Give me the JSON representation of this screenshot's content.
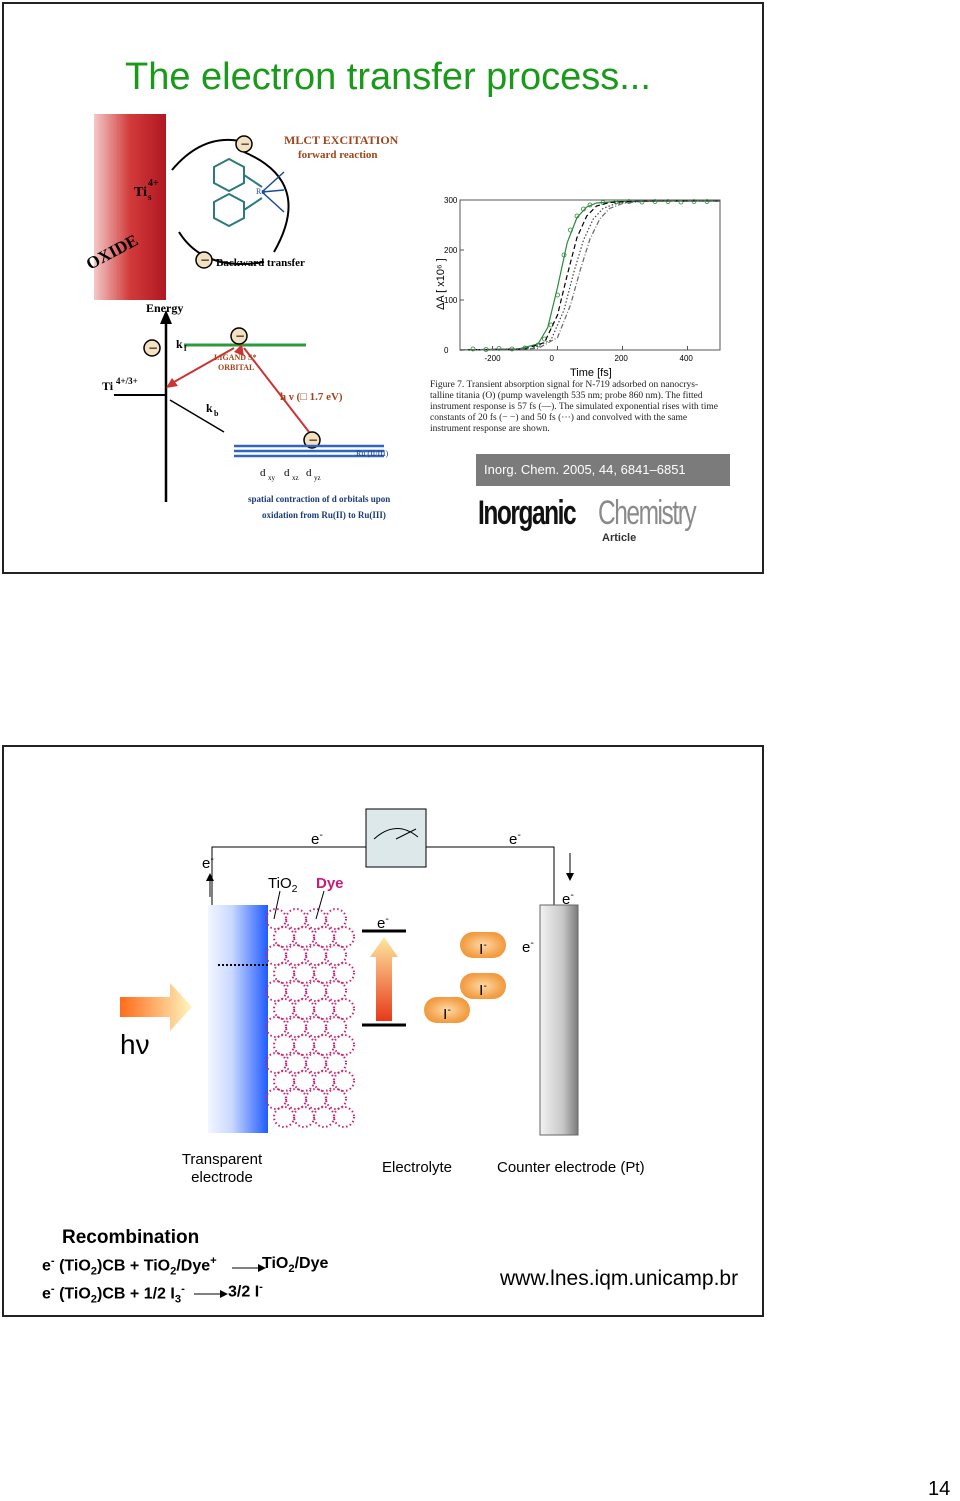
{
  "slide1": {
    "title": "The electron transfer process...",
    "left_diagram": {
      "oxide": "OXIDE",
      "ti_top_main": "Ti",
      "ti_top_sup": "4+",
      "ti_top_sub": "s",
      "mlct_line1": "MLCT EXCITATION",
      "mlct_line2": "forward reaction",
      "ru": "Ru",
      "backward": "Backward transfer",
      "energy": "Energy",
      "kf": "k",
      "kf_sub": "f",
      "kb": "k",
      "kb_sub": "b",
      "ti_level_main": "Ti",
      "ti_level_sup": "4+/3+",
      "ligand_line1": "LIGAND S*",
      "ligand_line2": "ORBITAL",
      "hv": "h ν (□ 1.7 eV)",
      "ru_level": "Ru (II/III)",
      "d_orbitals": "d",
      "d_xy": "xy",
      "d_xz": "xz",
      "d_yz": "yz",
      "spatial_line1": "spatial contraction of d orbitals upon",
      "spatial_line2": "oxidation from Ru(II) to Ru(III)",
      "minus": "−"
    },
    "right_plot": {
      "ylabel": "ΔA [ x10⁶ ]",
      "xlabel": "Time [fs]",
      "figure_caption": [
        "Figure 7.  Transient absorption signal for N-719 adsorbed on nanocrys-",
        "talline titania (O) (pump wavelength 535 nm; probe 860 nm). The fitted",
        "instrument response is 57 fs (—). The simulated exponential rises with time",
        "constants of 20 fs (− −) and 50 fs (···) and convolved with the same",
        "instrument response are shown."
      ],
      "journal_banner": "Inorg. Chem. 2005, 44, 6841–6851",
      "journal_logo_a": "Inorganic",
      "journal_logo_b": "Chemistry",
      "journal_logo_c": "Article"
    },
    "chart_data": {
      "type": "line",
      "xlabel": "Time [fs]",
      "ylabel": "ΔA [ x10⁶ ]",
      "xlim": [
        -300,
        500
      ],
      "ylim": [
        0,
        300
      ],
      "x_ticks": [
        -200,
        0,
        200,
        400
      ],
      "y_ticks": [
        0,
        100,
        200,
        300
      ],
      "series": [
        {
          "style": "data-circles",
          "color": "#2a8a3a",
          "x": [
            -260,
            -220,
            -180,
            -140,
            -100,
            -60,
            -40,
            -20,
            0,
            20,
            40,
            60,
            80,
            100,
            140,
            180,
            220,
            260,
            300,
            340,
            380,
            420,
            460
          ],
          "y": [
            2,
            1,
            3,
            2,
            4,
            10,
            22,
            50,
            110,
            190,
            240,
            268,
            282,
            290,
            295,
            296,
            297,
            296,
            297,
            297,
            296,
            297,
            297
          ]
        },
        {
          "style": "fitted-solid-green",
          "color": "#2a8a3a",
          "x": [
            -300,
            -120,
            -60,
            -30,
            0,
            30,
            60,
            90,
            120,
            180,
            300,
            500
          ],
          "y": [
            0,
            2,
            12,
            45,
            125,
            215,
            265,
            286,
            294,
            297,
            298,
            298
          ]
        },
        {
          "style": "dashed",
          "color": "#000000",
          "x": [
            -300,
            -100,
            -40,
            0,
            30,
            60,
            90,
            120,
            160,
            220,
            300,
            500
          ],
          "y": [
            0,
            2,
            15,
            70,
            150,
            225,
            268,
            288,
            295,
            297,
            298,
            298
          ]
        },
        {
          "style": "dotted",
          "color": "#444444",
          "x": [
            -300,
            -80,
            -20,
            20,
            50,
            80,
            110,
            140,
            180,
            240,
            320,
            500
          ],
          "y": [
            0,
            3,
            20,
            80,
            155,
            220,
            262,
            283,
            293,
            297,
            298,
            298
          ]
        },
        {
          "style": "dash-dot",
          "color": "#666666",
          "x": [
            -300,
            -60,
            0,
            40,
            70,
            100,
            130,
            160,
            200,
            260,
            340,
            500
          ],
          "y": [
            0,
            3,
            25,
            90,
            160,
            222,
            262,
            283,
            293,
            297,
            298,
            298
          ]
        }
      ]
    }
  },
  "slide2": {
    "e_labels": {
      "e": "e",
      "minus": "-"
    },
    "tio2": "TiO",
    "tio2_sub": "2",
    "dye": "Dye",
    "ion_i": "I",
    "ion_minus": "-",
    "hv": "hν",
    "transparent_line1": "Transparent",
    "transparent_line2": "electrode",
    "electrolyte": "Electrolyte",
    "counter": "Counter electrode (Pt)",
    "recombination": "Recombination",
    "eq1_left": "e",
    "eq1_sup": "-",
    "eq1_mid": " (TiO",
    "eq1_sub": "2",
    "eq1_rest": ")CB + TiO",
    "eq1_sub2": "2",
    "eq1_rest2": "/Dye",
    "eq1_plus": "+",
    "eq1_product": "TiO",
    "eq1_product_sub": "2",
    "eq1_product_rest": "/Dye",
    "eq2_left": "e",
    "eq2_sup": "-",
    "eq2_mid": " (TiO",
    "eq2_sub": "2",
    "eq2_rest": ")CB + 1/2 I",
    "eq2_sub3": "3",
    "eq2_sup3": "-",
    "eq2_product": "3/2 I",
    "eq2_product_sup": "-",
    "website": "www.lnes.iqm.unicamp.br"
  },
  "page_number": "14"
}
